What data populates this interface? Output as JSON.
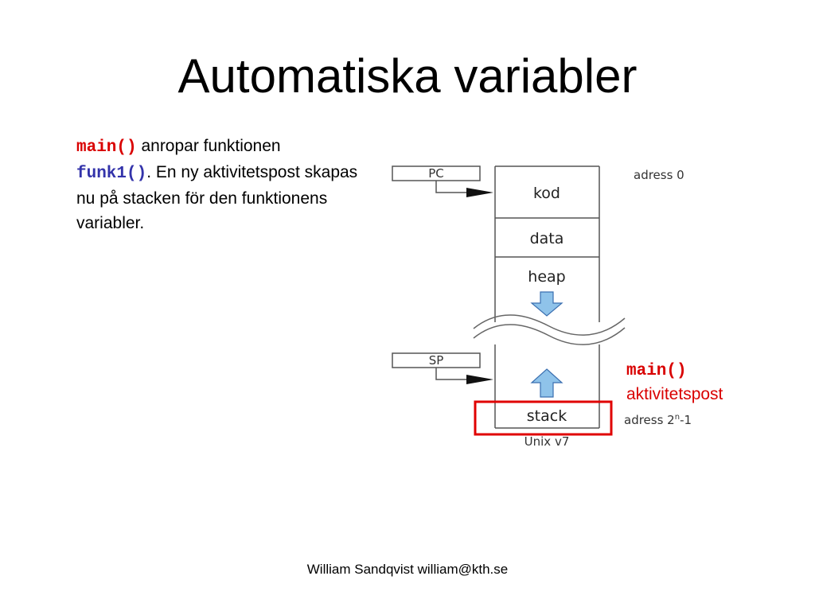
{
  "slide": {
    "title": "Automatiska variabler",
    "body": {
      "code1": "main()",
      "text1": " anropar funktionen",
      "code2": "funk1()",
      "text2": ". En ny aktivitetspost skapas nu på stacken för den funktionens variabler."
    },
    "diagram": {
      "pc_label": "PC",
      "sp_label": "SP",
      "segments": [
        "kod",
        "data",
        "heap",
        "stack"
      ],
      "address_top": "adress 0",
      "address_bottom_prefix": "adress 2",
      "address_bottom_sup": "n",
      "address_bottom_suffix": "-1",
      "caption": "Unix v7"
    },
    "annotation": {
      "code": "main()",
      "label": "aktivitetspost"
    },
    "footer": "William Sandqvist  william@kth.se",
    "colors": {
      "highlight": "#e00000",
      "arrow_fill": "#8fc3ea",
      "arrow_stroke": "#3a6fb0"
    }
  }
}
